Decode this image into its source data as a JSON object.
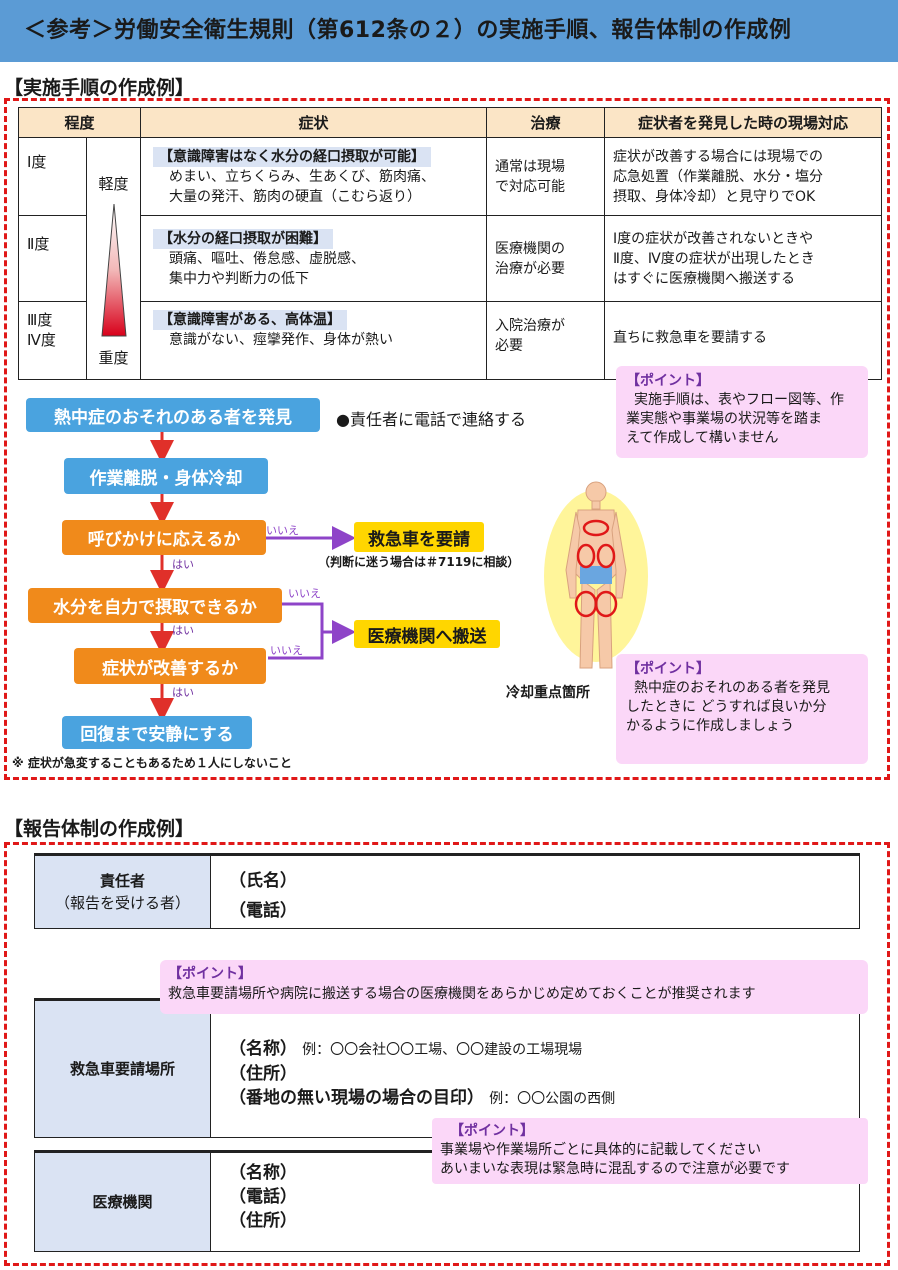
{
  "header": {
    "title": "＜参考＞労働安全衛生規則（第612条の２）の実施手順、報告体制の作成例"
  },
  "section1": {
    "heading": "【実施手順の作成例】",
    "table": {
      "headers": [
        "程度",
        "症状",
        "治療",
        "症状者を発見した時の現場対応"
      ],
      "scale_light": "軽度",
      "scale_heavy": "重度",
      "rows": [
        {
          "grade": "Ⅰ度",
          "symptom_head": "【意識障害はなく水分の経口摂取が可能】",
          "symptom_lines": [
            "めまい、立ちくらみ、生あくび、筋肉痛、",
            "大量の発汗、筋肉の硬直（こむら返り）"
          ],
          "treat_lines": [
            "通常は現場",
            "で対応可能"
          ],
          "resp_lines": [
            "症状が改善する場合には現場での",
            "応急処置（作業離脱、水分・塩分",
            "摂取、身体冷却）と見守りでOK"
          ]
        },
        {
          "grade": "Ⅱ度",
          "symptom_head": "【水分の経口摂取が困難】",
          "symptom_lines": [
            "頭痛、嘔吐、倦怠感、虚脱感、",
            "集中力や判断力の低下"
          ],
          "treat_lines": [
            "医療機関の",
            "治療が必要"
          ],
          "resp_lines": [
            "Ⅰ度の症状が改善されないときや",
            "Ⅱ度、Ⅳ度の症状が出現したとき",
            "はすぐに医療機関へ搬送する"
          ]
        },
        {
          "grade_lines": [
            "Ⅲ度",
            "Ⅳ度"
          ],
          "symptom_head": "【意識障害がある、高体温】",
          "symptom_lines": [
            "意識がない、痙攣発作、身体が熱い"
          ],
          "treat_lines": [
            "入院治療が",
            "必要"
          ],
          "resp_lines": [
            "直ちに救急車を要請する"
          ]
        }
      ]
    },
    "flow": {
      "discover": "熱中症のおそれのある者を発見",
      "call": "●責任者に電話で連絡する",
      "cool": "作業離脱・身体冷却",
      "q1": "呼びかけに応えるか",
      "q2": "水分を自力で摂取できるか",
      "q3": "症状が改善するか",
      "rest": "回復まで安静にする",
      "ambulance": "救急車を要請",
      "ambulance_note": "（判断に迷う場合は＃7119に相談）",
      "hospital": "医療機関へ搬送",
      "yes": "はい",
      "no": "いいえ",
      "footnote": "※ 症状が急変することもあるため１人にしないこと",
      "cooling_label": "冷却重点箇所"
    },
    "point1": {
      "title": "【ポイント】",
      "lines": [
        "実施手順は、表やフロー図等、作",
        "業実態や事業場の状況等を踏ま",
        "えて作成して構いません"
      ]
    },
    "point2": {
      "title": "【ポイント】",
      "lines": [
        "熱中症のおそれのある者を発見",
        "したときに どうすれば良いか分",
        "かるように作成しましょう"
      ]
    }
  },
  "section2": {
    "heading": "【報告体制の作成例】",
    "responsible": {
      "label": "責任者",
      "sub": "（報告を受ける者）",
      "name": "（氏名）",
      "phone": "（電話）"
    },
    "point3": {
      "title": "【ポイント】",
      "text": "救急車要請場所や病院に搬送する場合の医療機関をあらかじめ定めておくことが推奨されます"
    },
    "ambulance_place": {
      "label": "救急車要請場所",
      "name": "（名称）",
      "name_ex": "例：〇〇会社〇〇工場、〇〇建設の工場現場",
      "address": "（住所）",
      "landmark": "（番地の無い現場の場合の目印）",
      "landmark_ex": "例：〇〇公園の西側"
    },
    "point4": {
      "title": "【ポイント】",
      "lines": [
        "事業場や作業場所ごとに具体的に記載してください",
        "あいまいな表現は緊急時に混乱するので注意が必要です"
      ]
    },
    "medical": {
      "label": "医療機関",
      "name": "（名称）",
      "phone": "（電話）",
      "address": "（住所）"
    }
  },
  "colors": {
    "header": "#5b9bd5",
    "dashed_border": "#e01818",
    "flow_blue": "#4aa3df",
    "flow_orange": "#f08a1b",
    "flow_yellow": "#ffd600",
    "arrow_red": "#e0302a",
    "arrow_purple": "#8e44c8",
    "point_bg": "#fbd7f8",
    "table_head_bg": "#fbe5c6",
    "label_bg": "#dae3f3"
  }
}
